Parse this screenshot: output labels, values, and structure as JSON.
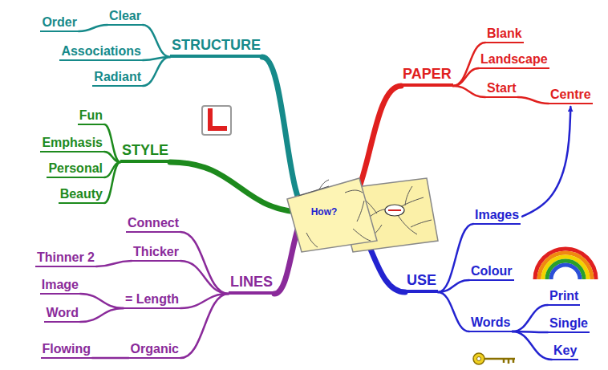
{
  "diagram": {
    "nodes": [
      {
        "text": [
          "How?"
        ]
      },
      {
        "text": [
          "STRUCTURE"
        ]
      },
      {
        "text": [
          "Clear"
        ]
      },
      {
        "text": [
          "Order"
        ]
      },
      {
        "text": [
          "Associations"
        ]
      },
      {
        "text": [
          "Radiant"
        ]
      },
      {
        "text": [
          "PAPER"
        ]
      },
      {
        "text": [
          "Blank"
        ]
      },
      {
        "text": [
          "Landscape"
        ]
      },
      {
        "text": [
          "Start"
        ]
      },
      {
        "text": [
          "Centre"
        ]
      },
      {
        "text": [
          "STYLE"
        ]
      },
      {
        "text": [
          "Fun"
        ]
      },
      {
        "text": [
          "Emphasis"
        ]
      },
      {
        "text": [
          "Personal"
        ]
      },
      {
        "text": [
          "Beauty"
        ]
      },
      {
        "text": [
          "LINES"
        ]
      },
      {
        "text": [
          "Connect"
        ]
      },
      {
        "text": [
          "Thicker"
        ]
      },
      {
        "text": [
          "Thinner 2"
        ]
      },
      {
        "text": [
          "= Length"
        ]
      },
      {
        "text": [
          "Image"
        ]
      },
      {
        "text": [
          "Word"
        ]
      },
      {
        "text": [
          "Organic"
        ]
      },
      {
        "text": [
          "Flowing"
        ]
      },
      {
        "text": [
          "USE"
        ]
      },
      {
        "text": [
          "Images"
        ]
      },
      {
        "text": [
          "Colour"
        ]
      },
      {
        "text": [
          "Words"
        ]
      },
      {
        "text": [
          "Print"
        ]
      },
      {
        "text": [
          "Single"
        ]
      },
      {
        "text": [
          "Key"
        ]
      }
    ],
    "edges": [
      {
        "from": 0,
        "to": 1,
        "arrow": "none"
      },
      {
        "from": 1,
        "to": 2,
        "arrow": "none"
      },
      {
        "from": 2,
        "to": 3,
        "arrow": "none"
      },
      {
        "from": 1,
        "to": 4,
        "arrow": "none"
      },
      {
        "from": 1,
        "to": 5,
        "arrow": "none"
      },
      {
        "from": 0,
        "to": 6,
        "arrow": "none"
      },
      {
        "from": 6,
        "to": 7,
        "arrow": "none"
      },
      {
        "from": 6,
        "to": 8,
        "arrow": "none"
      },
      {
        "from": 6,
        "to": 9,
        "arrow": "none"
      },
      {
        "from": 9,
        "to": 10,
        "arrow": "none"
      },
      {
        "from": 0,
        "to": 11,
        "arrow": "none"
      },
      {
        "from": 11,
        "to": 12,
        "arrow": "none"
      },
      {
        "from": 11,
        "to": 13,
        "arrow": "none"
      },
      {
        "from": 11,
        "to": 14,
        "arrow": "none"
      },
      {
        "from": 11,
        "to": 15,
        "arrow": "none"
      },
      {
        "from": 0,
        "to": 16,
        "arrow": "none"
      },
      {
        "from": 16,
        "to": 17,
        "arrow": "none"
      },
      {
        "from": 16,
        "to": 18,
        "arrow": "none"
      },
      {
        "from": 18,
        "to": 19,
        "arrow": "none"
      },
      {
        "from": 16,
        "to": 20,
        "arrow": "none"
      },
      {
        "from": 20,
        "to": 21,
        "arrow": "none"
      },
      {
        "from": 20,
        "to": 22,
        "arrow": "none"
      },
      {
        "from": 16,
        "to": 23,
        "arrow": "none"
      },
      {
        "from": 23,
        "to": 24,
        "arrow": "none"
      },
      {
        "from": 0,
        "to": 25,
        "arrow": "none"
      },
      {
        "from": 25,
        "to": 26,
        "arrow": "none"
      },
      {
        "from": 25,
        "to": 27,
        "arrow": "none"
      },
      {
        "from": 25,
        "to": 28,
        "arrow": "none"
      },
      {
        "from": 28,
        "to": 29,
        "arrow": "none"
      },
      {
        "from": 28,
        "to": 30,
        "arrow": "none"
      },
      {
        "from": 28,
        "to": 31,
        "arrow": "none"
      },
      {
        "from": 26,
        "to": 10,
        "arrow": "to"
      }
    ]
  }
}
